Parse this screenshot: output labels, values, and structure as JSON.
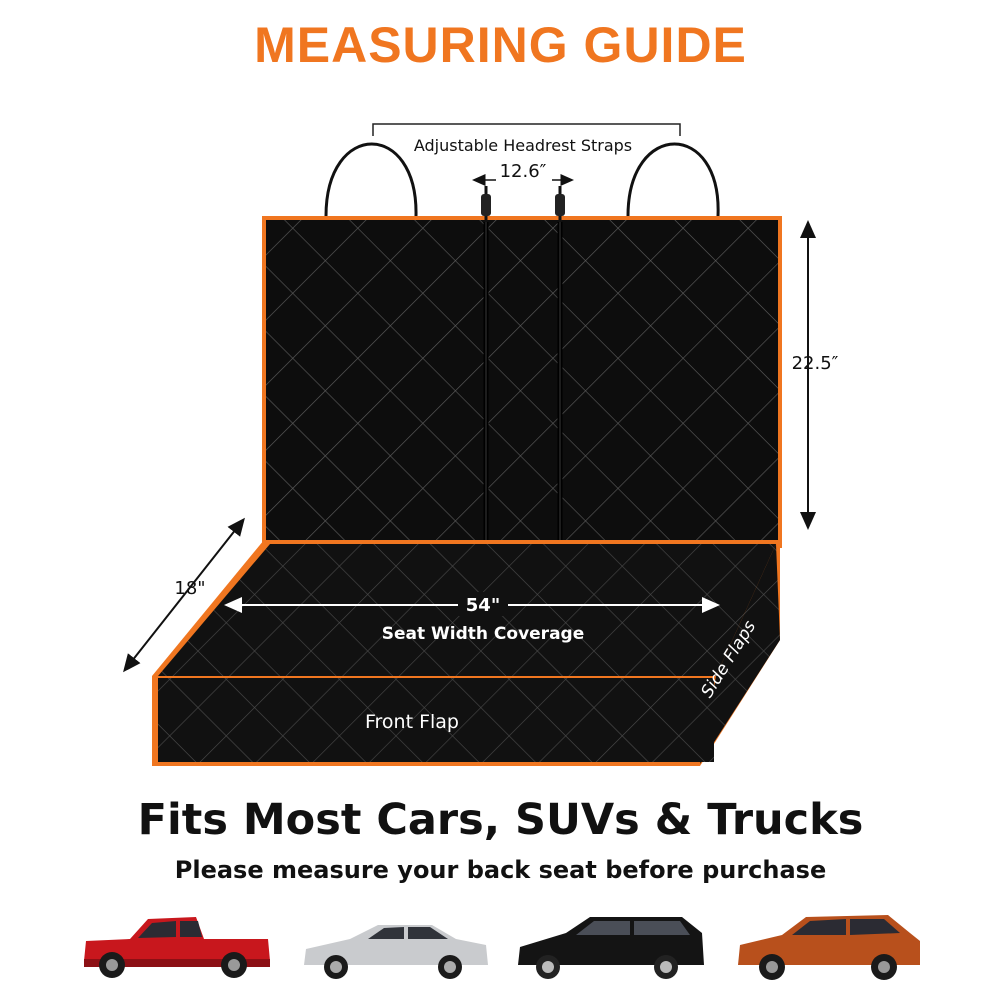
{
  "header": {
    "title": "MEASURING GUIDE"
  },
  "diagram": {
    "strap_label": "Adjustable Headrest Straps",
    "strap_gap": "12.6″",
    "height": "22.5″",
    "depth": "18\"",
    "width": "54\"",
    "width_caption": "Seat Width Coverage",
    "side_label": "Side Flaps",
    "front_label": "Front Flap"
  },
  "footer": {
    "headline": "Fits Most Cars, SUVs & Trucks",
    "subline": "Please measure your back seat before purchase"
  },
  "vehicles": [
    {
      "name": "pickup-truck",
      "color": "#c8171d"
    },
    {
      "name": "sedan",
      "color": "#c9cbce"
    },
    {
      "name": "minivan",
      "color": "#141414"
    },
    {
      "name": "suv",
      "color": "#b8501c"
    }
  ],
  "colors": {
    "accent": "#f07620",
    "cover": "#0d0d0d"
  }
}
